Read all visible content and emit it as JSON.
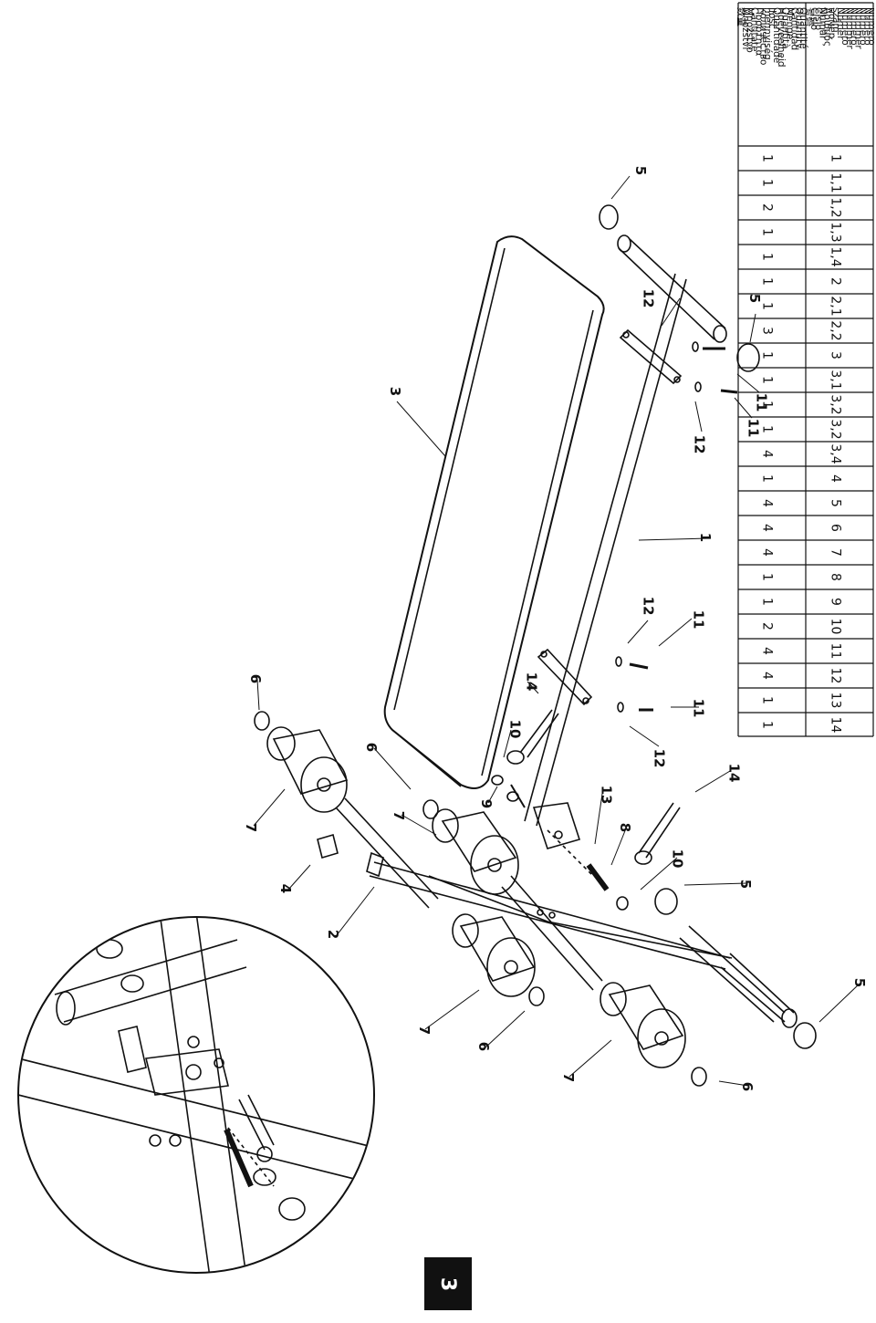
{
  "header": {
    "number_labels": [
      "Numéro",
      "Numero",
      "Número",
      "Nummer",
      "Numero",
      "Nummer",
      "Número",
      "Numer",
      "szám",
      "номер",
      "Αριθμός",
      "Număr",
      "Číslo",
      "Číslo",
      "号码"
    ],
    "quantity_labels": [
      "Quantité",
      "Quantity",
      "Cantidad",
      "Menge",
      "Quantità",
      "Hoeveelheid",
      "Quantidade",
      "Ilość",
      "mennyiség",
      "количество",
      "Ποσότητα",
      "Cantitate",
      "Množstvo",
      "Množství",
      "数量"
    ]
  },
  "parts": [
    {
      "num": "1",
      "qty": "1"
    },
    {
      "num": "1,1",
      "qty": "1"
    },
    {
      "num": "1,2",
      "qty": "2"
    },
    {
      "num": "1,3",
      "qty": "1"
    },
    {
      "num": "1,4",
      "qty": "1"
    },
    {
      "num": "2",
      "qty": "1"
    },
    {
      "num": "2,1",
      "qty": "1"
    },
    {
      "num": "2,2",
      "qty": "3"
    },
    {
      "num": "3",
      "qty": "1"
    },
    {
      "num": "3,1",
      "qty": "1"
    },
    {
      "num": "3,2",
      "qty": "1"
    },
    {
      "num": "3,2",
      "qty": "1"
    },
    {
      "num": "3,4",
      "qty": "4"
    },
    {
      "num": "4",
      "qty": "1"
    },
    {
      "num": "5",
      "qty": "4"
    },
    {
      "num": "6",
      "qty": "4"
    },
    {
      "num": "7",
      "qty": "4"
    },
    {
      "num": "8",
      "qty": "1"
    },
    {
      "num": "9",
      "qty": "1"
    },
    {
      "num": "10",
      "qty": "2"
    },
    {
      "num": "11",
      "qty": "4"
    },
    {
      "num": "12",
      "qty": "4"
    },
    {
      "num": "13",
      "qty": "1"
    },
    {
      "num": "14",
      "qty": "1"
    }
  ],
  "callouts": [
    "1",
    "2",
    "3",
    "4",
    "5",
    "5",
    "5",
    "5",
    "6",
    "6",
    "6",
    "6",
    "7",
    "7",
    "7",
    "7",
    "8",
    "9",
    "10",
    "10",
    "11",
    "11",
    "11",
    "11",
    "12",
    "12",
    "12",
    "12",
    "13",
    "14",
    "14"
  ],
  "page_number": "3"
}
